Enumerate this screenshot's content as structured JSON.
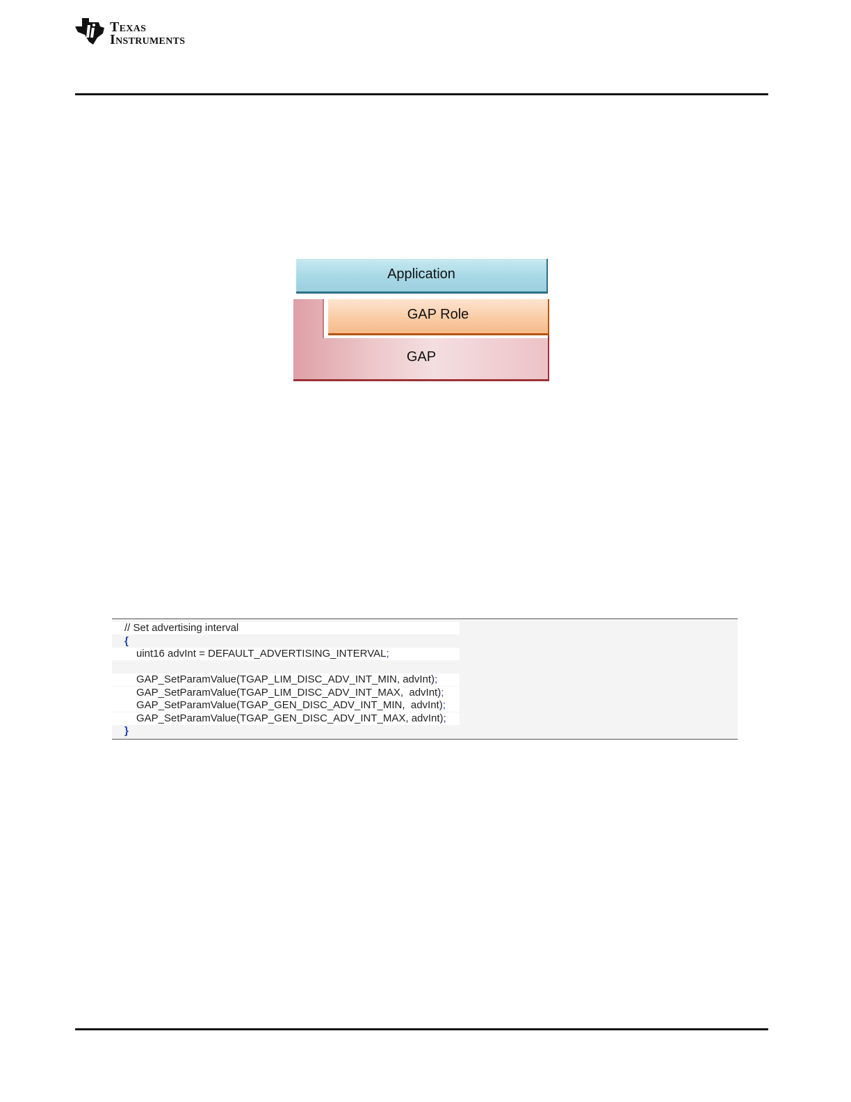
{
  "header": {
    "logo_line1": "Texas",
    "logo_line2": "Instruments"
  },
  "diagram": {
    "layers": {
      "application": "Application",
      "gap_role": "GAP Role",
      "gap": "GAP"
    }
  },
  "code": {
    "comment": "// Set advertising interval",
    "open_brace": "{",
    "decl_main": "uint16 advInt = DEFAULT_ADVERTISING_INTERVAL",
    "decl_end": ";",
    "calls": [
      {
        "text": "GAP_SetParamValue(TGAP_LIM_DISC_ADV_INT_MIN, advInt)",
        "end": ";"
      },
      {
        "text": "GAP_SetParamValue(TGAP_LIM_DISC_ADV_INT_MAX,  advInt)",
        "end": ";"
      },
      {
        "text": "GAP_SetParamValue(TGAP_GEN_DISC_ADV_INT_MIN,  advInt)",
        "end": ";"
      },
      {
        "text": "GAP_SetParamValue(TGAP_GEN_DISC_ADV_INT_MAX, advInt)",
        "end": ";"
      }
    ],
    "close_brace": "}"
  }
}
